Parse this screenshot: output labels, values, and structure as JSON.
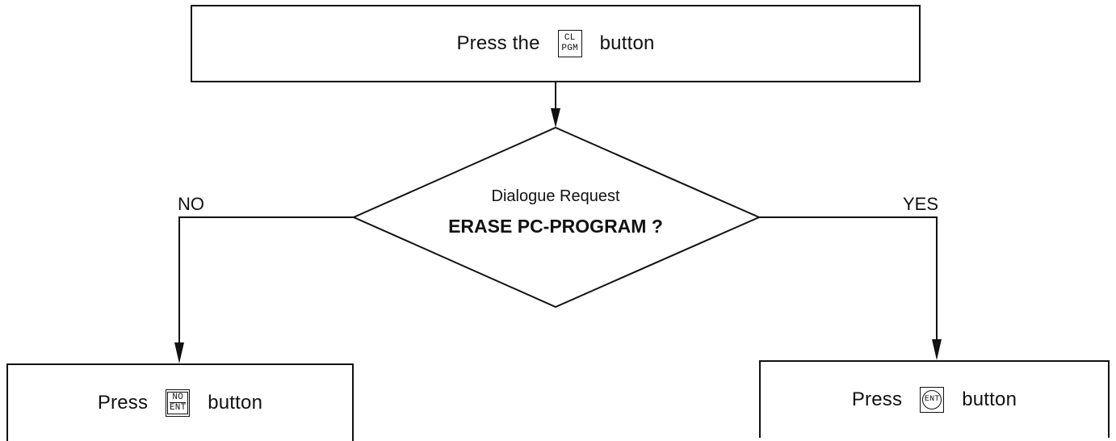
{
  "top_box": {
    "prefix": "Press the",
    "key_line1": "CL",
    "key_line2": "PGM",
    "suffix": "button"
  },
  "decision": {
    "line1": "Dialogue Request",
    "line2": "ERASE PC-PROGRAM ?"
  },
  "branches": {
    "no_label": "NO",
    "yes_label": "YES"
  },
  "left_box": {
    "prefix": "Press",
    "key_line1": "NO",
    "key_line2": "ENT",
    "suffix": "button"
  },
  "right_box": {
    "prefix": "Press",
    "key_label": "ENT",
    "suffix": "button"
  },
  "colors": {
    "line": "#111111",
    "background": "#ffffff"
  }
}
